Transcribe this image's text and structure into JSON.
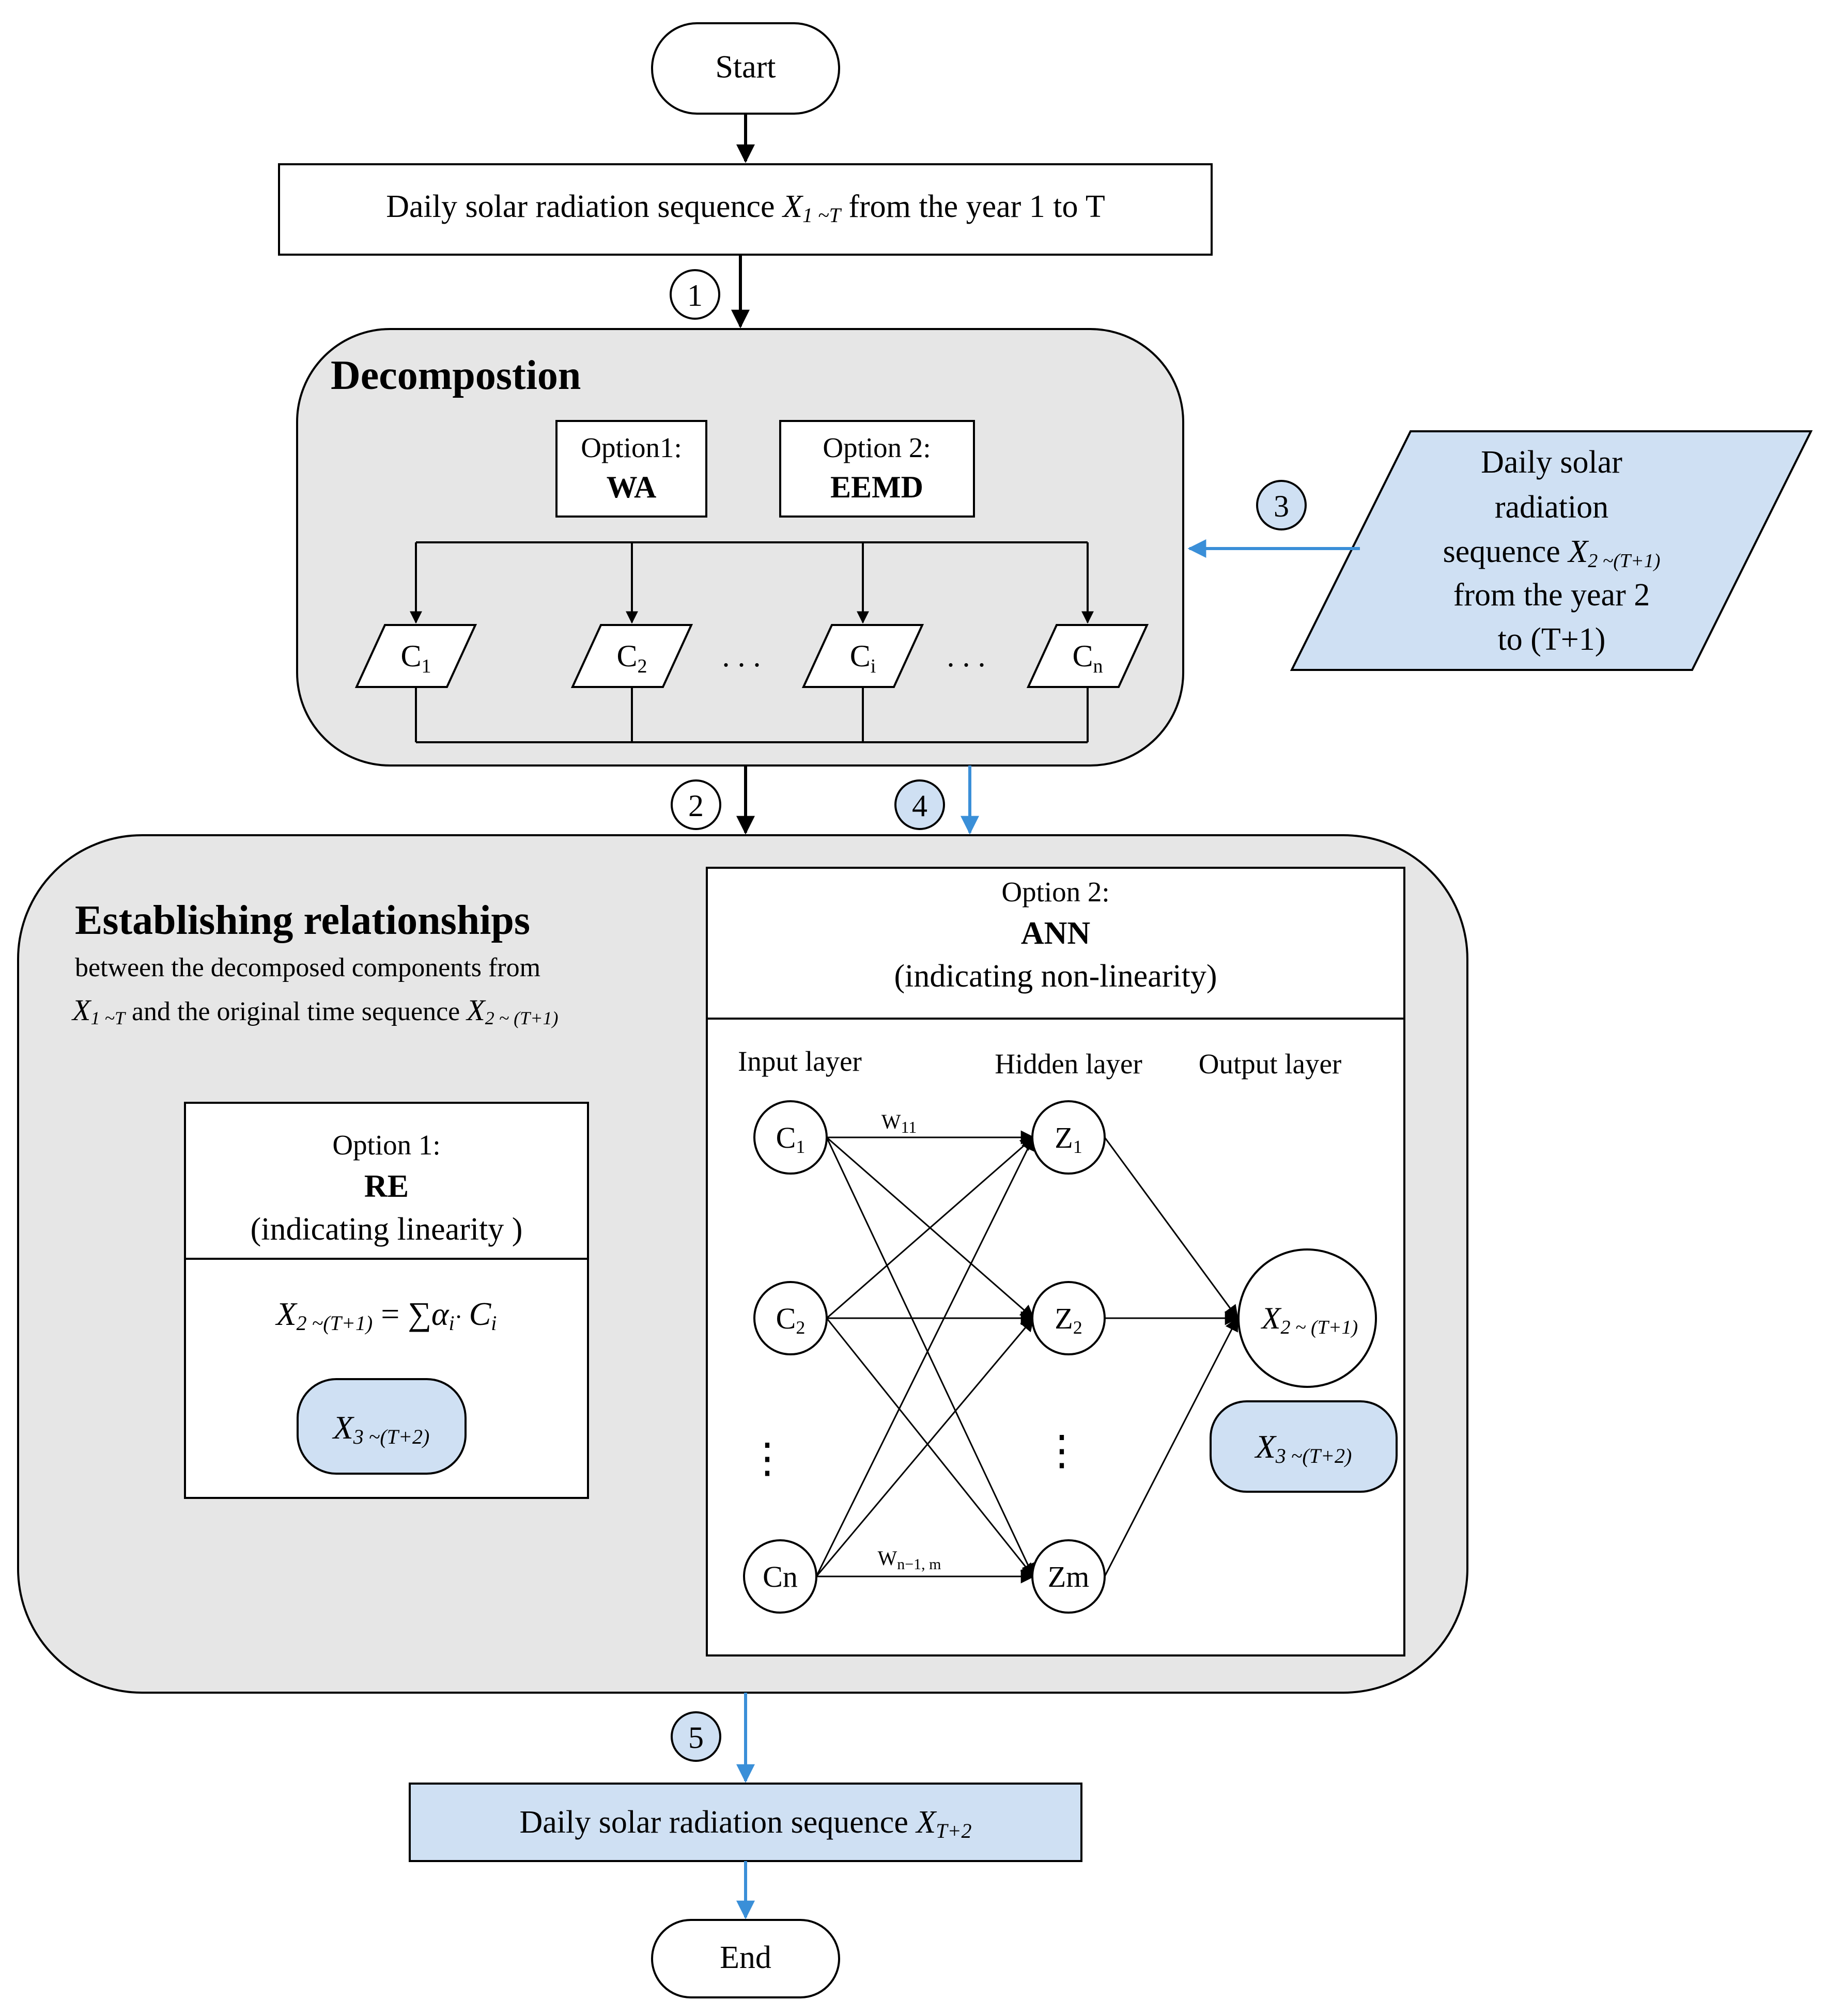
{
  "start": {
    "label": "Start"
  },
  "end": {
    "label": "End"
  },
  "input_seq": {
    "prefix": "Daily solar radiation sequence ",
    "var": "X",
    "sub": "1 ~T",
    "suffix": " from the year 1 to T"
  },
  "markers": {
    "m1": "1",
    "m2": "2",
    "m3": "3",
    "m4": "4",
    "m5": "5"
  },
  "decomposition": {
    "title": "Decompostion",
    "option1": {
      "line1": "Option1:",
      "line2": "WA"
    },
    "option2": {
      "line1": "Option 2:",
      "line2": "EEMD"
    },
    "components": [
      {
        "base": "C",
        "sub": "1"
      },
      {
        "base": "C",
        "sub": "2"
      },
      {
        "base": "C",
        "sub": "i"
      },
      {
        "base": "C",
        "sub": "n"
      }
    ],
    "ellipsis": ". . ."
  },
  "side_input": {
    "line1": "Daily solar",
    "line2": "radiation",
    "line3_prefix": "sequence ",
    "line3_var": "X",
    "line3_sub": "2 ~(T+1)",
    "line4": "from the year 2",
    "line5": "to (T+1)"
  },
  "relationships": {
    "title": "Establishing relationships",
    "desc1": "between the decomposed components from",
    "desc2_var1": "X",
    "desc2_sub1": "1 ~T",
    "desc2_mid": "  and the original time sequence ",
    "desc2_var2": "X",
    "desc2_sub2": "2 ~ (T+1)"
  },
  "re_box": {
    "line1": "Option 1:",
    "line2": "RE",
    "line3": "(indicating  linearity )",
    "formula_var": "X",
    "formula_sub": "2 ~(T+1)",
    "formula_eq": " = ∑",
    "formula_alpha": "α",
    "formula_i": "i",
    "formula_dot": "· ",
    "formula_c": "C",
    "formula_ci": "i",
    "output_var": "X",
    "output_sub": "3 ~(T+2)"
  },
  "ann_box": {
    "line1": "Option 2:",
    "line2": "ANN",
    "line3": "(indicating non-linearity)",
    "input_layer": "Input layer",
    "hidden_layer": "Hidden layer",
    "output_layer": "Output layer",
    "inputs": [
      {
        "base": "C",
        "sub": "1"
      },
      {
        "base": "C",
        "sub": "2"
      },
      {
        "base": "Cn",
        "sub": ""
      }
    ],
    "hidden": [
      {
        "base": "Z",
        "sub": "1"
      },
      {
        "base": "Z",
        "sub": "2"
      },
      {
        "base": "Zm",
        "sub": ""
      }
    ],
    "vdots": "⋮",
    "w_top": "W",
    "w_top_sub": "11",
    "w_bottom": "W",
    "w_bottom_sub": "n−1, m",
    "output_var": "X",
    "output_sub": "2 ~ (T+1)",
    "forecast_var": "X",
    "forecast_sub": "3 ~(T+2)"
  },
  "output_seq": {
    "prefix": "Daily solar radiation sequence ",
    "var": "X",
    "sub": "T+2"
  },
  "colors": {
    "light_blue": "#cfe0f3",
    "arrow_blue": "#3a8fd8",
    "panel_gray": "#e6e6e6"
  }
}
